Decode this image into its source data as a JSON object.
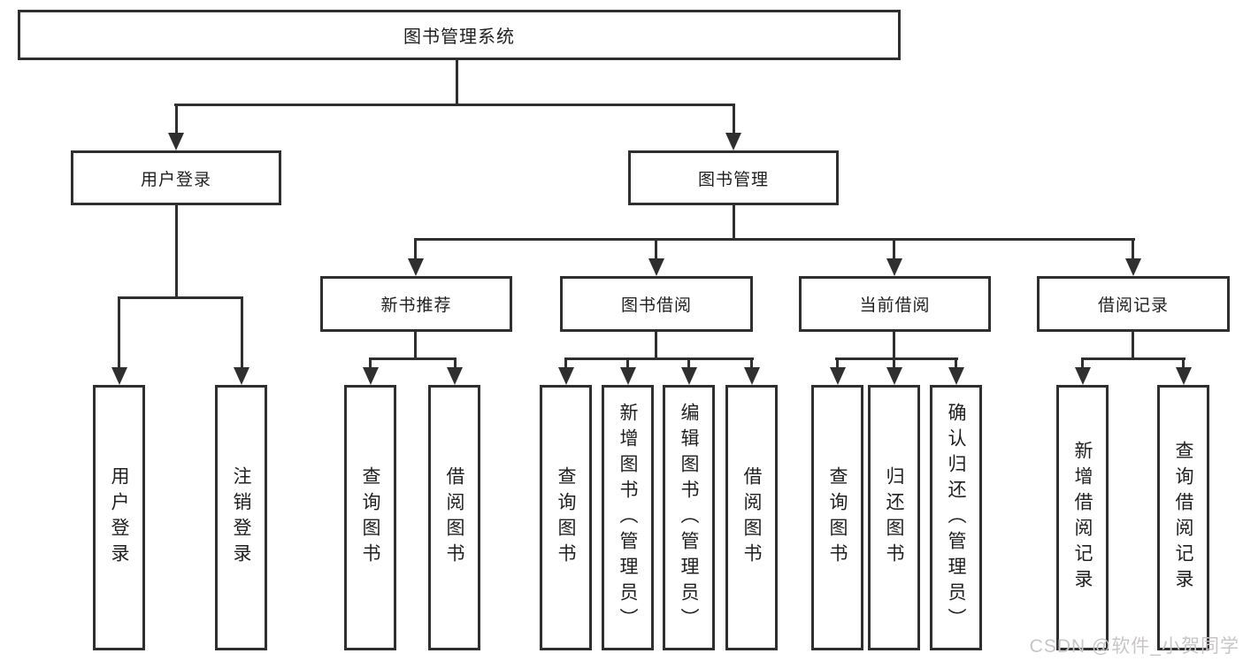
{
  "root": {
    "label": "图书管理系统"
  },
  "level2": {
    "user_login": {
      "label": "用户登录",
      "leaves": [
        "用户登录",
        "注销登录"
      ]
    },
    "book_mgmt": {
      "label": "图书管理"
    }
  },
  "level3": {
    "new_books": {
      "label": "新书推荐",
      "leaves": [
        "查询图书",
        "借阅图书"
      ]
    },
    "book_borrow": {
      "label": "图书借阅",
      "leaves": [
        "查询图书",
        "新增图书（管理员）",
        "编辑图书（管理员）",
        "借阅图书"
      ]
    },
    "current_borrow": {
      "label": "当前借阅",
      "leaves": [
        "查询图书",
        "归还图书",
        "确认归还（管理员）"
      ]
    },
    "borrow_records": {
      "label": "借阅记录",
      "leaves": [
        "新增借阅记录",
        "查询借阅记录"
      ]
    }
  },
  "watermark": {
    "text": "CSDN @软件_小贺同学"
  },
  "colors": {
    "line": "#2f2f2f",
    "text": "#1f1f1f",
    "background": "#ffffff",
    "watermark": "#c8c5c6"
  }
}
